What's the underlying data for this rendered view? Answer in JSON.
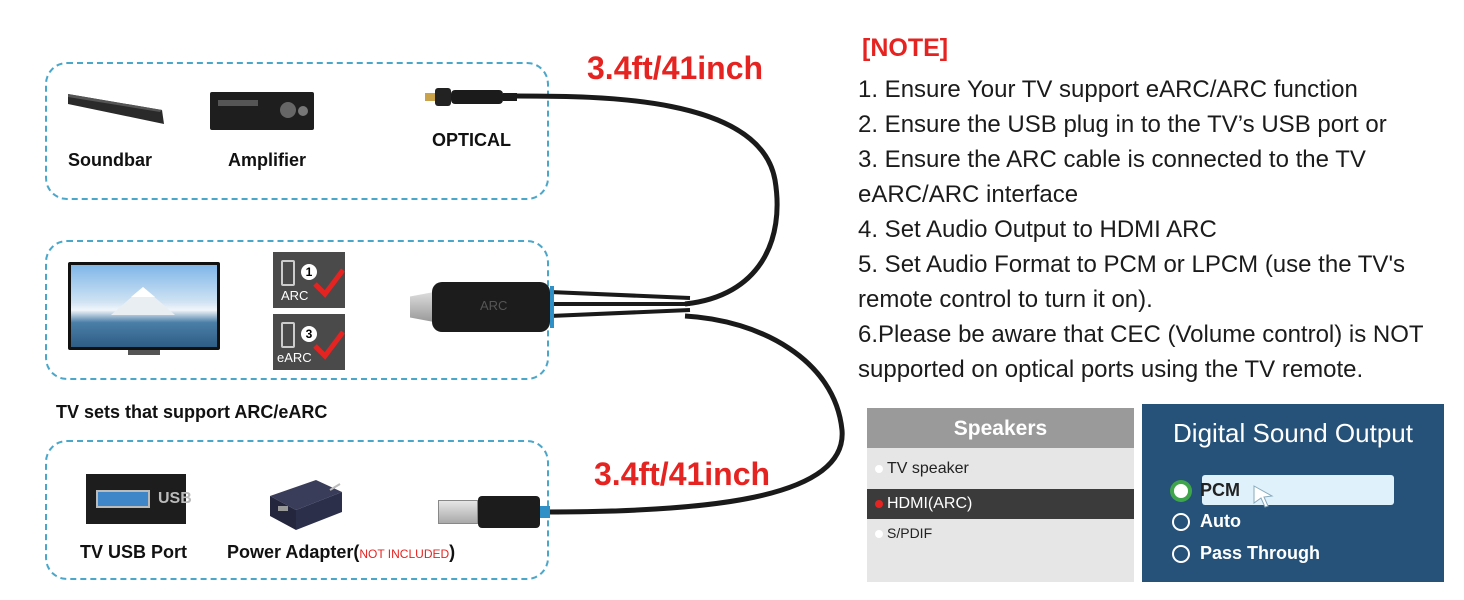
{
  "devices_box": {
    "soundbar_label": "Soundbar",
    "amplifier_label": "Amplifier",
    "optical_label": "OPTICAL"
  },
  "tv_box": {
    "arc_port_label": "ARC",
    "arc_port_number": "1",
    "earc_port_label": "eARC",
    "earc_port_number": "3",
    "caption": "TV sets that support ARC/eARC",
    "cable_text": "ARC"
  },
  "usb_box": {
    "usb_port_label": "TV USB Port",
    "usb_port_text": "USB",
    "adapter_label": "Power Adapter(",
    "adapter_note": "NOT INCLUDED",
    "adapter_close": ")"
  },
  "cable_lengths": {
    "top": "3.4ft/41inch",
    "bottom": "3.4ft/41inch"
  },
  "note": {
    "title": "[NOTE]",
    "lines": [
      "1. Ensure Your TV support eARC/ARC function",
      "2. Ensure the USB plug in to the TV’s USB port or",
      "3. Ensure the ARC cable is connected to the TV",
      "eARC/ARC interface",
      "4. Set Audio Output to HDMI ARC",
      "5. Set Audio Format to PCM or LPCM (use the TV's",
      "remote control to turn it on).",
      "6.Please be aware that CEC (Volume control) is NOT",
      "supported on optical ports using the TV remote."
    ]
  },
  "speakers_panel": {
    "title": "Speakers",
    "items": [
      "TV speaker",
      "HDMI(ARC)",
      "S/PDIF"
    ]
  },
  "digital_sound_panel": {
    "title": "Digital Sound Output",
    "options": [
      "PCM",
      "Auto",
      "Pass Through"
    ]
  },
  "colors": {
    "accent_red": "#e52421",
    "dash_blue": "#4aa7c9",
    "panel_blue": "#26527a"
  }
}
